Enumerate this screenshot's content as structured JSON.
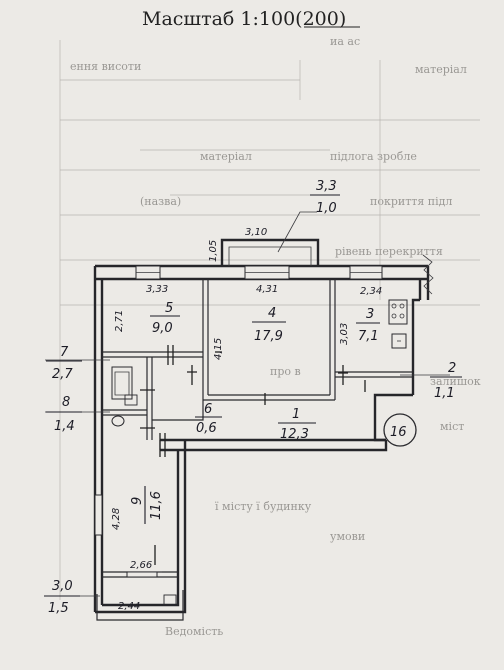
{
  "header": {
    "scale_label": "Масштаб 1:100(200)"
  },
  "background_text": [
    "иа ас",
    "матеріал",
    "ення висоти",
    "підлога зробле",
    "матеріал",
    "покриття підл",
    "(назва)",
    "рівень перекриття",
    "залишок",
    "про в",
    "міст",
    "ї місту ї будинку",
    "умови",
    "Ведомість"
  ],
  "plan": {
    "rooms": [
      {
        "id": "1",
        "area": "12,3"
      },
      {
        "id": "2",
        "area": "1,1"
      },
      {
        "id": "3",
        "area": "7,1"
      },
      {
        "id": "4",
        "area": "17,9"
      },
      {
        "id": "5",
        "area": "9,0"
      },
      {
        "id": "6",
        "area": "0,6"
      },
      {
        "id": "7",
        "area": "2,7"
      },
      {
        "id": "8",
        "area": "1,4"
      },
      {
        "id": "9",
        "area": "11,6"
      },
      {
        "id": "3,0",
        "area": "1,5"
      },
      {
        "id": "3,3",
        "area": "1,0"
      }
    ],
    "dimensions": [
      "3,10",
      "1,05",
      "3,33",
      "2,71",
      "4,31",
      "4,15",
      "2,34",
      "3,03",
      "4,28",
      "2,66",
      "2,44"
    ],
    "apartment_number": "16"
  }
}
